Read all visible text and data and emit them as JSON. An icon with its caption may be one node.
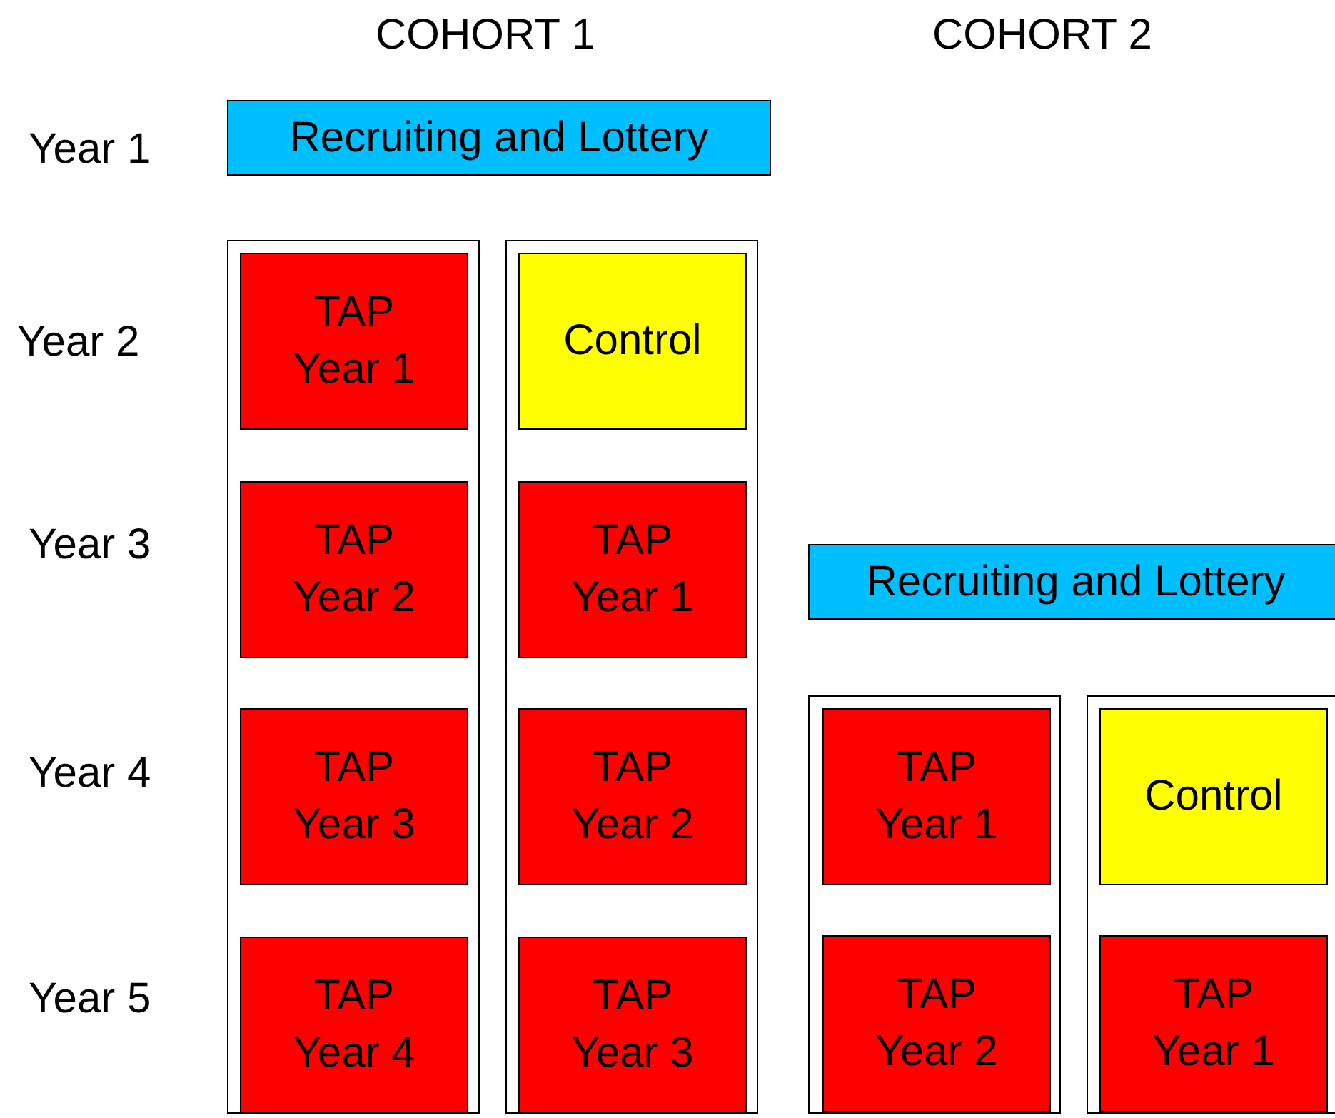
{
  "diagram": {
    "nodes": [
      {
        "text": [
          "Recruiting and Lottery"
        ]
      },
      {
        "text": [],
        "shape": "box"
      },
      {
        "text": [
          "TAP Year 1"
        ],
        "in": 1
      },
      {
        "text": [
          "TAP Year 2"
        ],
        "in": 1
      },
      {
        "text": [
          "TAP Year 3"
        ],
        "in": 1
      },
      {
        "text": [
          "TAP Year 4"
        ],
        "in": 1
      },
      {
        "text": [],
        "shape": "box"
      },
      {
        "text": [
          "Control"
        ],
        "in": 6
      },
      {
        "text": [
          "TAP Year 1"
        ],
        "in": 6
      },
      {
        "text": [
          "TAP Year 2"
        ],
        "in": 6
      },
      {
        "text": [
          "TAP Year 3"
        ],
        "in": 6
      },
      {
        "text": [
          "Recruiting and Lottery"
        ]
      },
      {
        "text": [],
        "shape": "box"
      },
      {
        "text": [
          "TAP Year 1"
        ],
        "in": 12
      },
      {
        "text": [
          "TAP Year 2"
        ],
        "in": 12
      },
      {
        "text": [],
        "shape": "box"
      },
      {
        "text": [
          "Control"
        ],
        "in": 15
      },
      {
        "text": [
          "TAP Year 1"
        ],
        "in": 15
      }
    ],
    "labels": [
      "COHORT 1",
      "COHORT 2",
      "Year 1",
      "Year 2",
      "Year 3",
      "Year 4",
      "Year 5"
    ]
  }
}
